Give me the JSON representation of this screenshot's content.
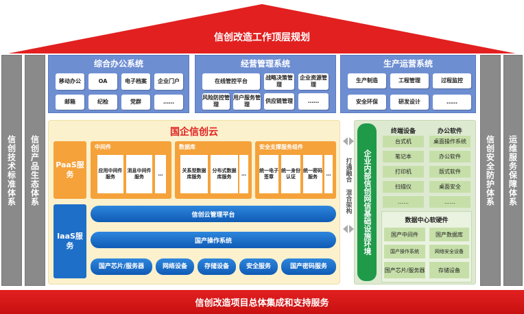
{
  "roof": {
    "title": "信创改造工作顶层规划",
    "color": "#e22020"
  },
  "pillars": {
    "left_outer": "信创技术标准体系",
    "left_inner": "信创产品生态体系",
    "right_inner": "信创安全防护体系",
    "right_outer": "运维服务保障体系"
  },
  "systems": {
    "office": {
      "title": "综合办公系统",
      "items": [
        "移动办公",
        "OA",
        "电子档案",
        "企业门户",
        "邮箱",
        "纪检",
        "党群",
        "……"
      ]
    },
    "management": {
      "title": "经营管理系统",
      "items": [
        "在线管控平台",
        "战略决策管理",
        "企业资源管理",
        "风险防控管理",
        "用户服务管理",
        "供应链管理",
        "……"
      ]
    },
    "production": {
      "title": "生产运营系统",
      "items": [
        "生产制造",
        "工程管理",
        "过程监控",
        "安全环保",
        "研发设计",
        "……"
      ]
    }
  },
  "cloud": {
    "title": "国企信创云",
    "paas_label": "PaaS服务",
    "iaas_label": "IaaS服务",
    "middleware": {
      "title": "中间件",
      "items": [
        "应用中间件服务",
        "消息中间件服务",
        "…"
      ]
    },
    "database": {
      "title": "数据库",
      "items": [
        "关系型数据库服务",
        "分布式数据库服务",
        "…"
      ]
    },
    "security": {
      "title": "安全支撑服务组件",
      "items": [
        "统一电子签章",
        "统一身份认证",
        "统一密码服务",
        "…"
      ]
    },
    "bars": [
      "信创云管理平台",
      "国产操作系统"
    ],
    "pills": [
      "国产芯片/服务器",
      "网络设备",
      "存储设备",
      "安全服务",
      "国产密码服务"
    ]
  },
  "middle": {
    "text": "打通融合 混合架构"
  },
  "datacenter": {
    "title": "企业内部信创网信基础设施环境",
    "terminal": {
      "title": "终端设备",
      "items": [
        "台式机",
        "笔记本",
        "打印机",
        "扫描仪",
        "……"
      ]
    },
    "software": {
      "title": "办公软件",
      "items": [
        "桌面操作系统",
        "办公软件",
        "版式软件",
        "桌面安全",
        "……"
      ]
    },
    "dc": {
      "title": "数据中心软硬件",
      "items": [
        "国产中间件",
        "国产数据库",
        "国产操作系统",
        "网络安全设备",
        "国产芯片/服务器",
        "存储设备"
      ]
    }
  },
  "footer": {
    "title": "信创改造项目总体集成和支持服务",
    "color": "#d81818"
  },
  "colors": {
    "system_blue": "#6e8ed2",
    "paas_orange": "#f5a23a",
    "iaas_blue": "#1e6fc8",
    "green": "#1f9a49"
  }
}
